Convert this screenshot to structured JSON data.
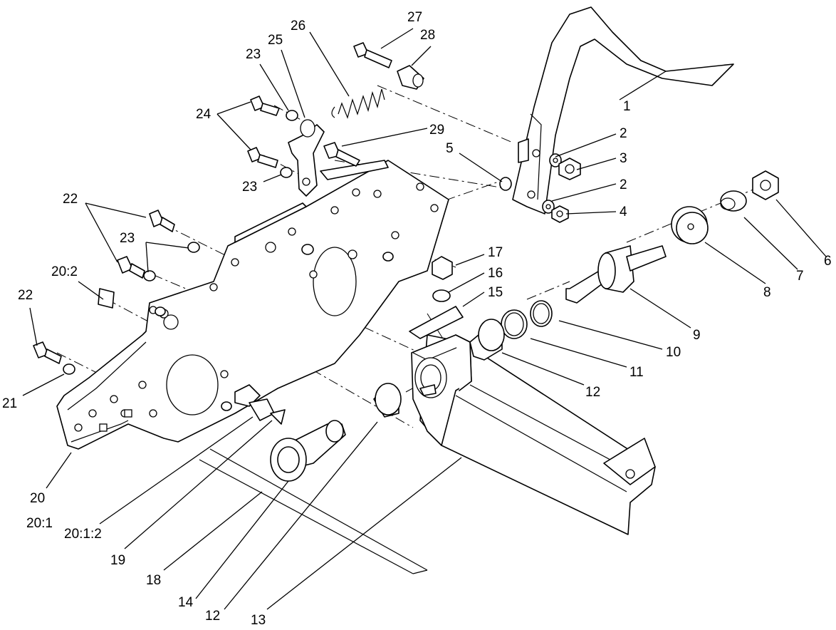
{
  "callouts": [
    {
      "id": "c1",
      "text": "1"
    },
    {
      "id": "c2a",
      "text": "2"
    },
    {
      "id": "c2b",
      "text": "2"
    },
    {
      "id": "c3",
      "text": "3"
    },
    {
      "id": "c4",
      "text": "4"
    },
    {
      "id": "c5",
      "text": "5"
    },
    {
      "id": "c6",
      "text": "6"
    },
    {
      "id": "c7",
      "text": "7"
    },
    {
      "id": "c8",
      "text": "8"
    },
    {
      "id": "c9",
      "text": "9"
    },
    {
      "id": "c10",
      "text": "10"
    },
    {
      "id": "c11",
      "text": "11"
    },
    {
      "id": "c12a",
      "text": "12"
    },
    {
      "id": "c12b",
      "text": "12"
    },
    {
      "id": "c13",
      "text": "13"
    },
    {
      "id": "c14",
      "text": "14"
    },
    {
      "id": "c15",
      "text": "15"
    },
    {
      "id": "c16",
      "text": "16"
    },
    {
      "id": "c17",
      "text": "17"
    },
    {
      "id": "c18",
      "text": "18"
    },
    {
      "id": "c19",
      "text": "19"
    },
    {
      "id": "c20",
      "text": "20"
    },
    {
      "id": "c20_1",
      "text": "20:1"
    },
    {
      "id": "c20_1_2",
      "text": "20:1:2"
    },
    {
      "id": "c20_2",
      "text": "20:2"
    },
    {
      "id": "c21",
      "text": "21"
    },
    {
      "id": "c22a",
      "text": "22"
    },
    {
      "id": "c22b",
      "text": "22"
    },
    {
      "id": "c23a",
      "text": "23"
    },
    {
      "id": "c23b",
      "text": "23"
    },
    {
      "id": "c23c",
      "text": "23"
    },
    {
      "id": "c24",
      "text": "24"
    },
    {
      "id": "c25",
      "text": "25"
    },
    {
      "id": "c26",
      "text": "26"
    },
    {
      "id": "c27",
      "text": "27"
    },
    {
      "id": "c28",
      "text": "28"
    },
    {
      "id": "c29",
      "text": "29"
    }
  ]
}
